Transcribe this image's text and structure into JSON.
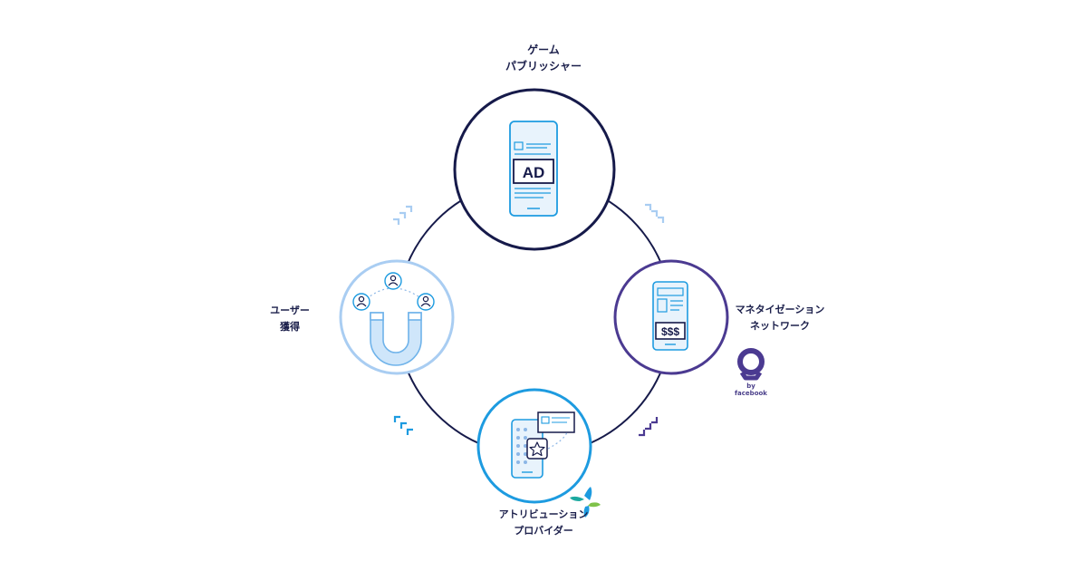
{
  "nodes": {
    "publisher": {
      "line1": "ゲーム",
      "line2": "パブリッシャー",
      "screen_text": "AD"
    },
    "network": {
      "line1": "マネタイゼーション",
      "line2": "ネットワーク",
      "screen_text": "$$$",
      "brand_caption": "by facebook"
    },
    "user_acquisition": {
      "line1": "ユーザー",
      "line2": "獲得"
    },
    "attribution": {
      "line1": "アトリビューション",
      "line2": "プロバイダー"
    }
  },
  "colors": {
    "navy": "#161a4a",
    "purple": "#4b3a91",
    "blue": "#1d9be0",
    "light_blue": "#a9cdf2",
    "green": "#7fc24a",
    "teal": "#1ca9a0"
  },
  "icons": [
    "phone-icon",
    "magnet-icon",
    "person-icon",
    "star-icon",
    "chevron-icon",
    "brand-logo-icon"
  ]
}
